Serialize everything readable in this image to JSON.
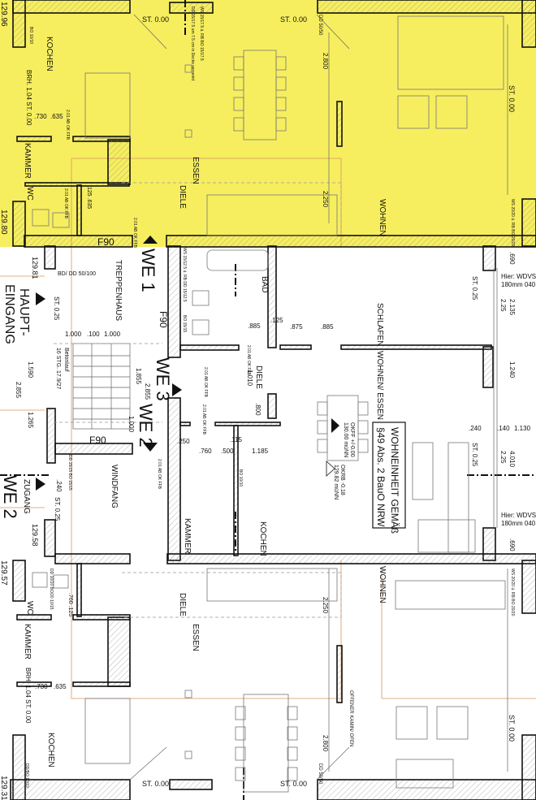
{
  "title": "Grundriss – WE 1 / WE 2 / WE 3",
  "colors": {
    "highlight_unit": "#f6ee5e",
    "walls": "#111111",
    "property_line": "#d9955f"
  },
  "labels": [
    {
      "text": "129.96",
      "type": "elevation"
    },
    {
      "text": "KOCHEN",
      "type": "room"
    },
    {
      "text": "BO 10/10",
      "type": "note"
    },
    {
      "text": "BRH. 1.04 ST. 0.00",
      "type": "note"
    },
    {
      "text": ".730",
      "type": "dimension"
    },
    {
      "text": ".635",
      "type": "dimension"
    },
    {
      "text": "2.01 AB OK FFB",
      "type": "note"
    },
    {
      "text": "KAMMER",
      "type": "room"
    },
    {
      "text": "WC",
      "type": "room"
    },
    {
      "text": ".125 .635",
      "type": "dimension"
    },
    {
      "text": "2.01 AB OK FFB",
      "type": "note"
    },
    {
      "text": "ST. 0.00",
      "type": "note"
    },
    {
      "text": "DD 15/17.5 um 7.5 cm in Decke versenkt",
      "type": "note"
    },
    {
      "text": "WS 15/17.5 ü. RB  BO 15/17.5",
      "type": "note"
    },
    {
      "text": "ESSEN",
      "type": "room"
    },
    {
      "text": "DIELE",
      "type": "room"
    },
    {
      "text": "2.01 AB OK FFB",
      "type": "note"
    },
    {
      "text": "F90",
      "type": "fire-rating"
    },
    {
      "text": "ST. 0.00",
      "type": "note"
    },
    {
      "text": "DD 50/50",
      "type": "note"
    },
    {
      "text": "2.800",
      "type": "dimension"
    },
    {
      "text": "2.250",
      "type": "dimension"
    },
    {
      "text": "WOHNEN",
      "type": "room"
    },
    {
      "text": "ST. 0.00",
      "type": "note"
    },
    {
      "text": "WS 20/20 ü. RB  BO 20/20",
      "type": "note"
    },
    {
      "text": "129.80",
      "type": "elevation"
    },
    {
      "text": "WE 1",
      "type": "unit"
    },
    {
      "text": "TREPPENHAUS",
      "type": "room"
    },
    {
      "text": "BD/ DD 50/100",
      "type": "note"
    },
    {
      "text": "HAUPT-",
      "type": "entrance"
    },
    {
      "text": "EINGANG",
      "type": "entrance"
    },
    {
      "text": "129.81",
      "type": "elevation"
    },
    {
      "text": "ST. 0.25",
      "type": "note"
    },
    {
      "text": "1.000",
      "type": "dimension"
    },
    {
      "text": ".100",
      "type": "dimension"
    },
    {
      "text": "1.000",
      "type": "dimension"
    },
    {
      "text": "Betonlauf",
      "type": "note"
    },
    {
      "text": "16 STG. 17.9/27",
      "type": "note"
    },
    {
      "text": "1.590",
      "type": "dimension"
    },
    {
      "text": "2.855",
      "type": "dimension"
    },
    {
      "text": "1.265",
      "type": "dimension"
    },
    {
      "text": "1.855",
      "type": "dimension"
    },
    {
      "text": "2.855",
      "type": "dimension"
    },
    {
      "text": "1.000",
      "type": "dimension"
    },
    {
      "text": "F90",
      "type": "fire-rating"
    },
    {
      "text": "WE 3",
      "type": "unit"
    },
    {
      "text": "WE 2",
      "type": "unit"
    },
    {
      "text": "F90",
      "type": "fire-rating"
    },
    {
      "text": "WINDFANG",
      "type": "room"
    },
    {
      "text": "2.01 AB OK FFB",
      "type": "note"
    },
    {
      "text": "DD 15/15  BO 15/15",
      "type": "note"
    },
    {
      "text": "ZUGANG",
      "type": "entrance"
    },
    {
      "text": "WE 2",
      "type": "unit"
    },
    {
      "text": ".240",
      "type": "dimension"
    },
    {
      "text": "ST. 0.25",
      "type": "note"
    },
    {
      "text": "129.58",
      "type": "elevation"
    },
    {
      "text": "BAD",
      "type": "room"
    },
    {
      "text": "WS 15/12.5 ü. RB  DD 15/12.5",
      "type": "note"
    },
    {
      "text": "BO 15/15",
      "type": "note"
    },
    {
      "text": ".885",
      "type": "dimension"
    },
    {
      "text": ".125",
      "type": "dimension"
    },
    {
      "text": ".875",
      "type": "dimension"
    },
    {
      "text": ".885",
      "type": "dimension"
    },
    {
      "text": "2.01 AB OK FFB",
      "type": "note"
    },
    {
      "text": "DIELE",
      "type": "room"
    },
    {
      "text": "1.010",
      "type": "dimension"
    },
    {
      "text": ".800",
      "type": "dimension"
    },
    {
      "text": "2.01 AB OK FFB",
      "type": "note"
    },
    {
      "text": "2.01 AB OK FFB",
      "type": "note"
    },
    {
      "text": ".250",
      "type": "dimension"
    },
    {
      "text": ".760",
      "type": "dimension"
    },
    {
      "text": ".500",
      "type": "dimension"
    },
    {
      "text": ".115",
      "type": "dimension"
    },
    {
      "text": "1.185",
      "type": "dimension"
    },
    {
      "text": "BO 10/10",
      "type": "note"
    },
    {
      "text": "KAMMER",
      "type": "room"
    },
    {
      "text": "KOCHEN",
      "type": "room"
    },
    {
      "text": "SCHLAFEN",
      "type": "room"
    },
    {
      "text": "WOHNEN/ ESSEN",
      "type": "room"
    },
    {
      "text": "WOHNEINHEIT GEMÄß",
      "type": "legal-note"
    },
    {
      "text": "§49 Abs. 2 BauO NRW",
      "type": "legal-note"
    },
    {
      "text": "OKFF   +/-0.00",
      "type": "elevation"
    },
    {
      "text": "130.00 müNN",
      "type": "elevation"
    },
    {
      "text": "OKRB   -0.18",
      "type": "elevation"
    },
    {
      "text": "129.82 müNN",
      "type": "elevation"
    },
    {
      "text": "ST. 0.25",
      "type": "note"
    },
    {
      "text": "ST. 0.25",
      "type": "note"
    },
    {
      "text": "Hier: WDVS",
      "type": "note"
    },
    {
      "text": "180mm 040",
      "type": "note"
    },
    {
      "text": "Hier: WDVS",
      "type": "note"
    },
    {
      "text": "180mm 040",
      "type": "note"
    },
    {
      "text": ".690",
      "type": "dimension"
    },
    {
      "text": "2.135",
      "type": "dimension"
    },
    {
      "text": "2.25",
      "type": "dimension"
    },
    {
      "text": "1.240",
      "type": "dimension"
    },
    {
      "text": "4.010",
      "type": "dimension"
    },
    {
      "text": "2.25",
      "type": "dimension"
    },
    {
      "text": ".690",
      "type": "dimension"
    },
    {
      "text": ".240",
      "type": "dimension"
    },
    {
      "text": ".140",
      "type": "dimension"
    },
    {
      "text": "1.130",
      "type": "dimension"
    },
    {
      "text": "129.57",
      "type": "elevation"
    },
    {
      "text": "DD 10/10  BO/20 10/15",
      "type": "note"
    },
    {
      "text": "WC",
      "type": "room"
    },
    {
      "text": ".760  .125",
      "type": "dimension"
    },
    {
      "text": "KAMMER",
      "type": "room"
    },
    {
      "text": "BRH. 1.04 ST. 0.00",
      "type": "note"
    },
    {
      "text": ".730",
      "type": "dimension"
    },
    {
      "text": ".635",
      "type": "dimension"
    },
    {
      "text": "KOCHEN",
      "type": "room"
    },
    {
      "text": "DD/BO 10/10",
      "type": "note"
    },
    {
      "text": "DIELE",
      "type": "room"
    },
    {
      "text": "ESSEN",
      "type": "room"
    },
    {
      "text": "2.250",
      "type": "dimension"
    },
    {
      "text": "WOHNEN",
      "type": "room"
    },
    {
      "text": "WS 20/20 ü. RB  BO 20/20",
      "type": "note"
    },
    {
      "text": "OFFENER KAMIN/ OFEN",
      "type": "note"
    },
    {
      "text": "2.800",
      "type": "dimension"
    },
    {
      "text": "DD 50/50",
      "type": "note"
    },
    {
      "text": "ST. 0.00",
      "type": "note"
    },
    {
      "text": "ST. 0.00",
      "type": "note"
    },
    {
      "text": "ST. 0.00",
      "type": "note"
    },
    {
      "text": "129.31",
      "type": "elevation"
    }
  ]
}
